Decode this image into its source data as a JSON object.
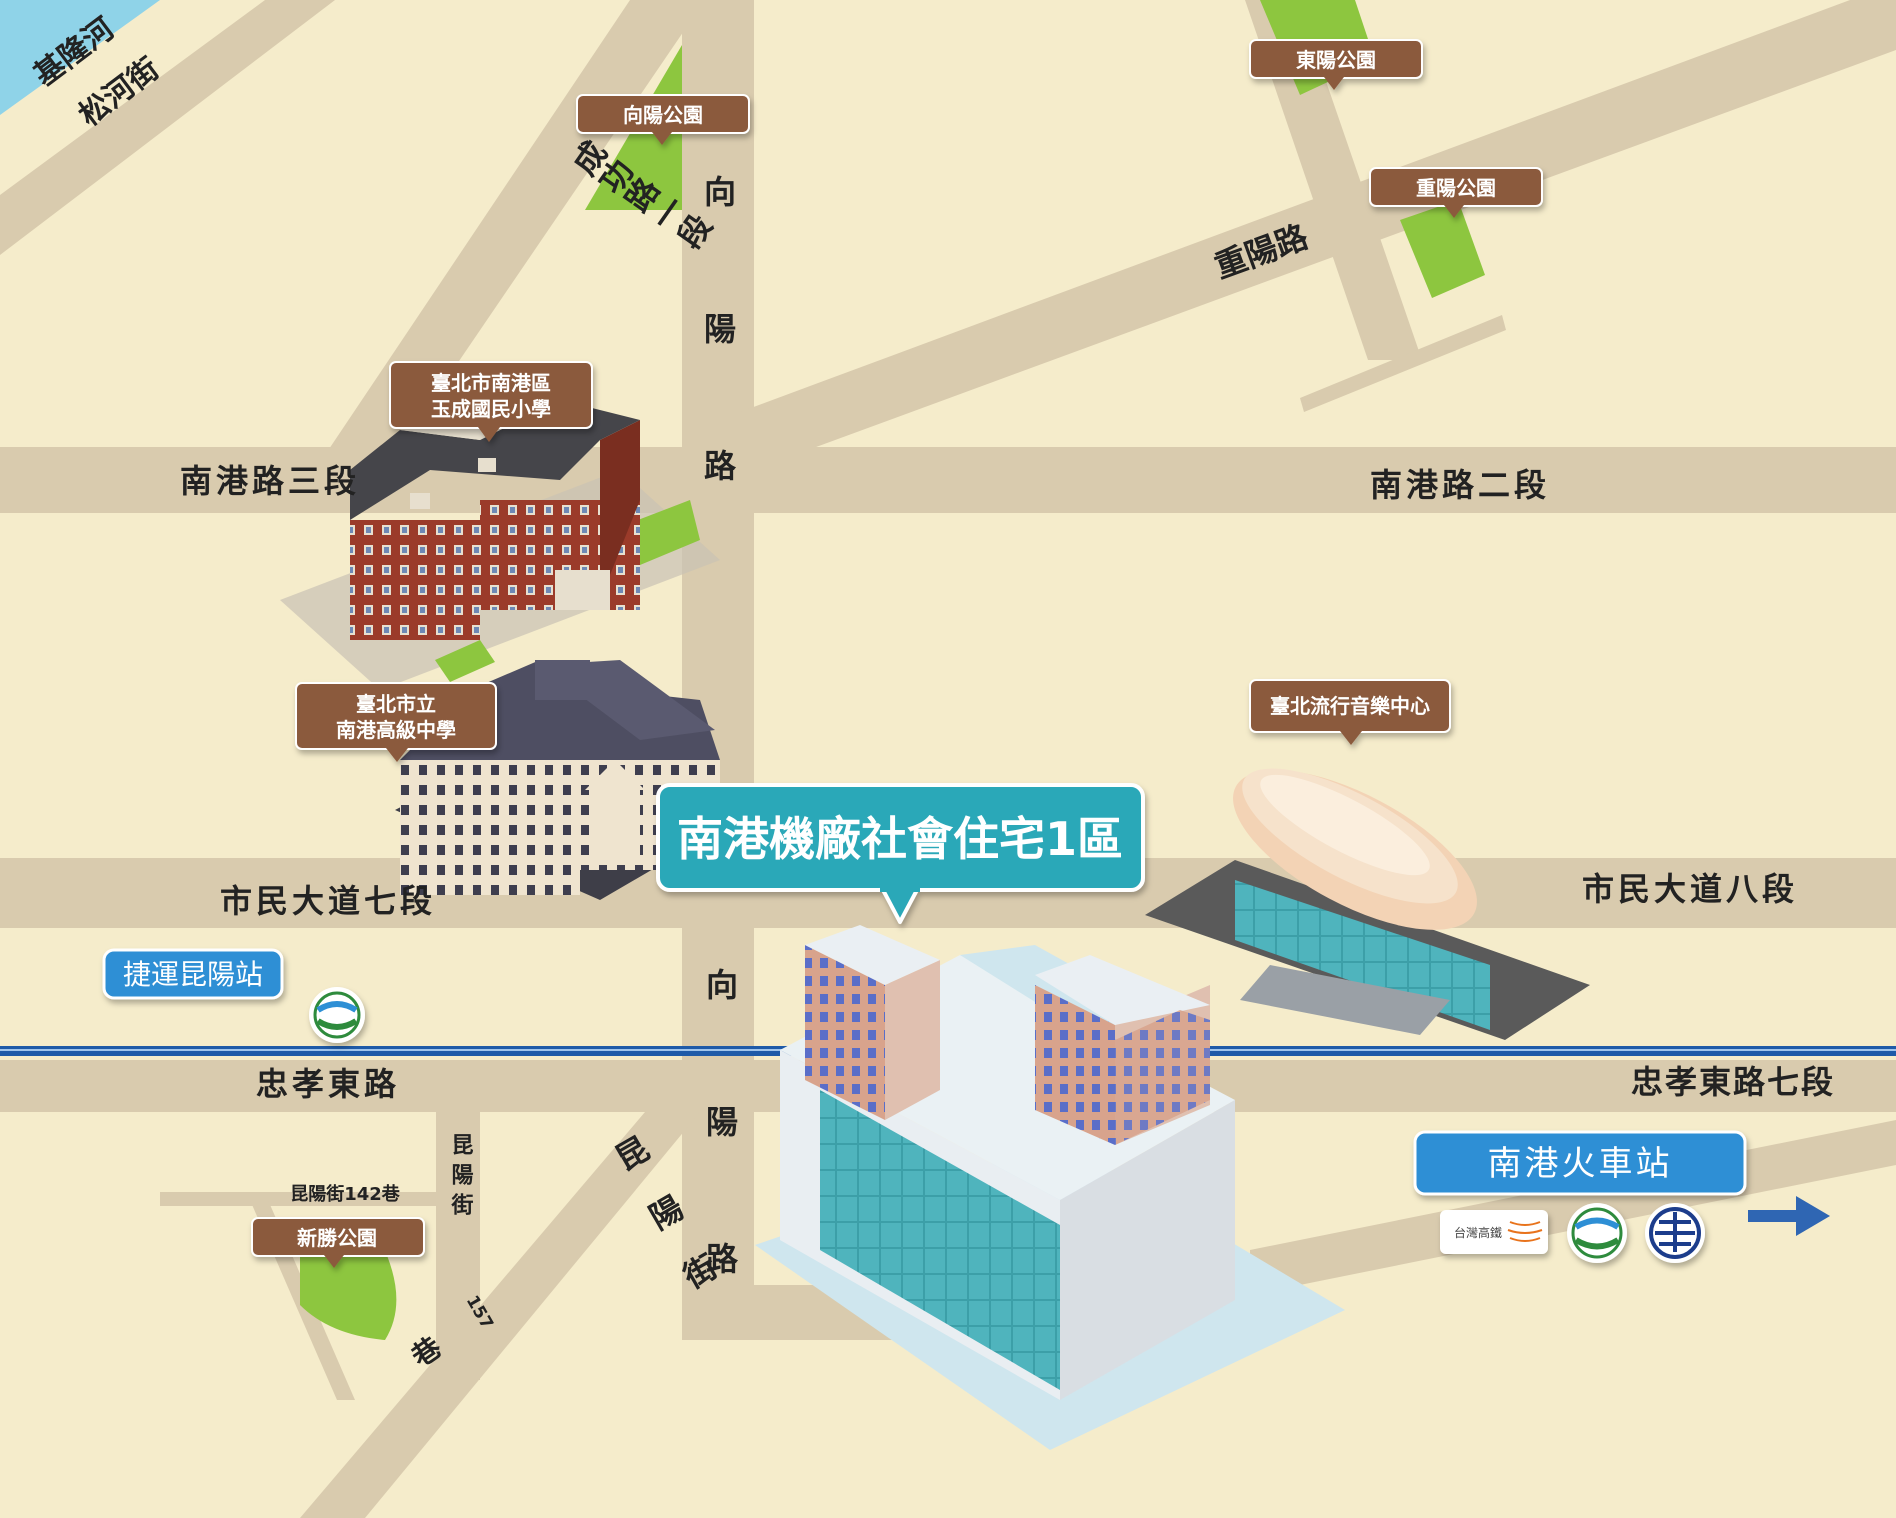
{
  "water": {
    "name": "基隆河"
  },
  "roads": {
    "songhe": "松河街",
    "chenggong": "成功路一段",
    "xiangyang_upper": "向陽路",
    "xiangyang_lower": "向陽路",
    "chongyang": "重陽路",
    "nangang3": "南港路三段",
    "nangang2": "南港路二段",
    "civic7": "市民大道七段",
    "civic8": "市民大道八段",
    "zhongxiao": "忠孝東路",
    "zhongxiao7": "忠孝東路七段",
    "kunyang_st": "昆陽街",
    "kunyang_rd": "昆陽街",
    "lane142": "昆陽街142巷",
    "lane157_num": "157",
    "lane157_char": "巷"
  },
  "tags": {
    "xiangyang_park": "向陽公園",
    "dongyang_park": "東陽公園",
    "chongyang_park": "重陽公園",
    "yucheng_line1": "臺北市南港區",
    "yucheng_line2": "玉成國民小學",
    "nangang_hs_line1": "臺北市立",
    "nangang_hs_line2": "南港高級中學",
    "music_center": "臺北流行音樂中心",
    "xinsheng_park": "新勝公園"
  },
  "main_label": "南港機廠社會住宅1區",
  "stations": {
    "kunyang": "捷運昆陽站",
    "nangang": "南港火車站",
    "hsr_logo_text": "台灣高鐵"
  },
  "icons": {
    "metro": "metro-logo-icon",
    "tra": "tra-logo-icon",
    "hsr": "hsr-logo-icon",
    "arrow": "arrow-right-icon"
  },
  "colors": {
    "background": "#F5ECCB",
    "road": "#D9CBAE",
    "park": "#8DC63F",
    "river": "#8FD3E8",
    "tag": "#8B5A3C",
    "main": "#2BA8B8",
    "station": "#2D8FD5",
    "rail": "#1E5AA8",
    "arrow": "#2F66B3"
  }
}
